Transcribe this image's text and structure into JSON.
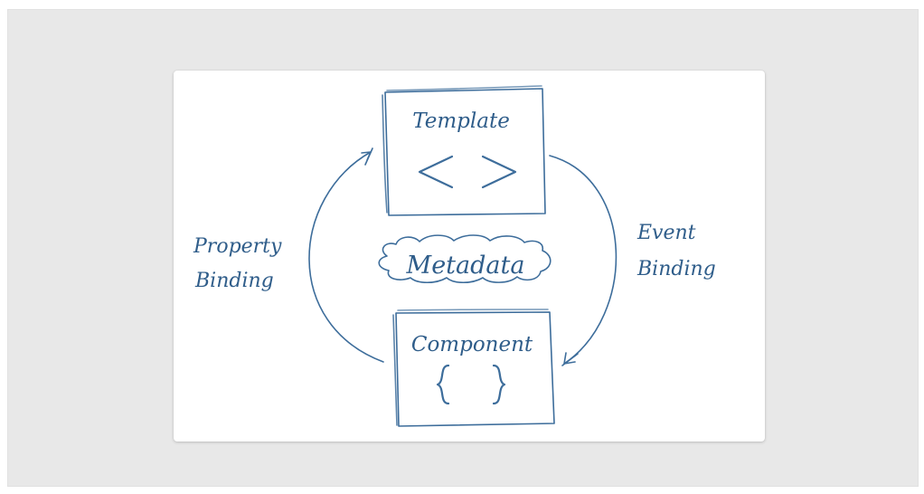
{
  "diagram": {
    "template_label": "Template",
    "component_label": "Component",
    "metadata_label": "Metadata",
    "property_binding": [
      "Property",
      "Binding"
    ],
    "event_binding": [
      "Event",
      "Binding"
    ],
    "colors": {
      "stroke": "#3d6d9b",
      "text": "#2f5d8a",
      "background": "#e8e8e8",
      "card": "#ffffff"
    },
    "icons": {
      "template": "angle-brackets-icon",
      "component": "curly-braces-icon",
      "metadata": "cloud-icon"
    }
  }
}
